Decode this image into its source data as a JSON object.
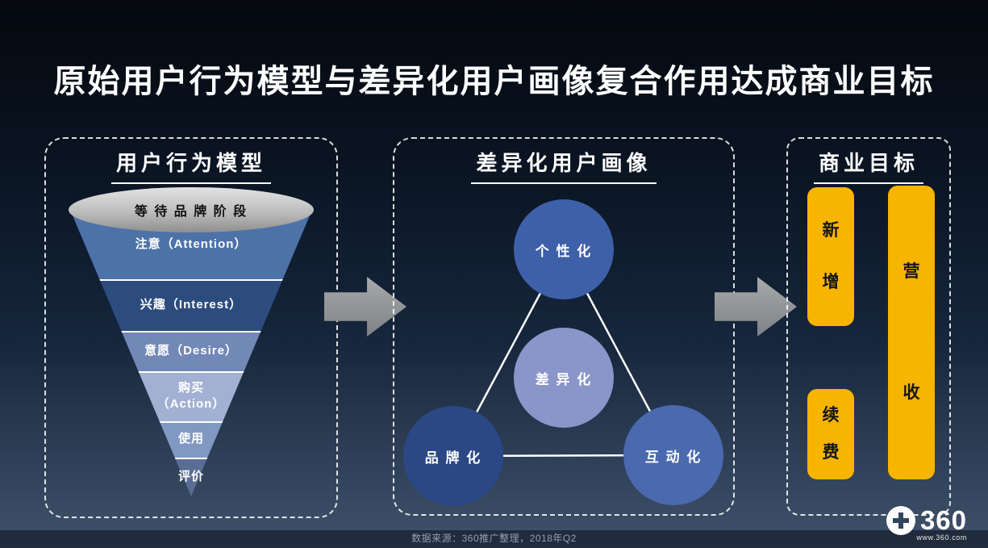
{
  "slide": {
    "title": "原始用户行为模型与差异化用户画像复合作用达成商业目标",
    "footer_source": "数据来源：360推广整理，2018年Q2"
  },
  "behavior_panel": {
    "title": "用户行为模型",
    "funnel_top": {
      "label": "等 待 品 牌 阶 段",
      "color": "#c9c9c9"
    },
    "stages": [
      {
        "label": "注意（Attention）",
        "color": "#4d72a8"
      },
      {
        "label": "兴趣（Interest）",
        "color": "#2d4c7e"
      },
      {
        "label": "意愿（Desire）",
        "color": "#7288b6"
      },
      {
        "label": "购买\n（Action）",
        "color": "#a2b1d3"
      },
      {
        "label": "使用",
        "color": "#8099c2"
      },
      {
        "label": "评价",
        "color": "#5a6d94"
      }
    ]
  },
  "portrait_panel": {
    "title": "差异化用户画像",
    "nodes": [
      {
        "label": "个 性 化",
        "color": "#3e60a8"
      },
      {
        "label": "差 异 化",
        "color": "#8a96c9"
      },
      {
        "label": "品 牌 化",
        "color": "#2b4885"
      },
      {
        "label": "互 动 化",
        "color": "#4a69ae"
      }
    ]
  },
  "goal_panel": {
    "title": "商业目标",
    "accent_color": "#f7b500",
    "boxes": [
      {
        "label": "新\n增"
      },
      {
        "label": "续\n费"
      },
      {
        "label": "营\n收"
      }
    ]
  },
  "brand": {
    "name": "360",
    "url": "www.360.com"
  }
}
